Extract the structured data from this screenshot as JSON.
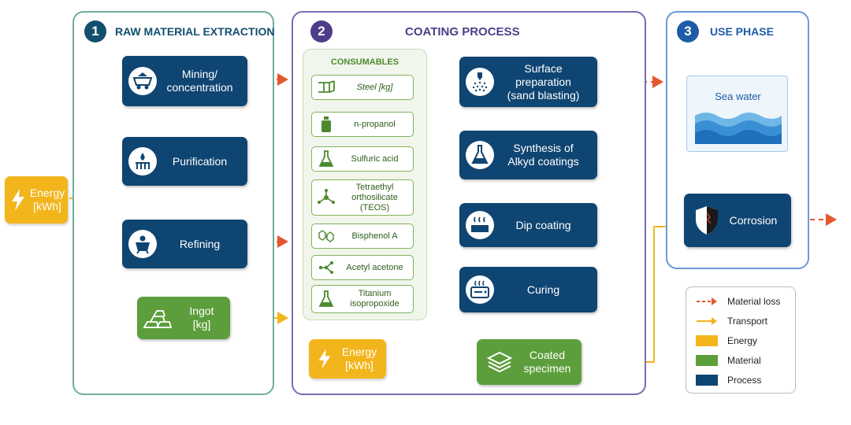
{
  "panels": {
    "p1": {
      "num": "1",
      "title": "RAW MATERIAL EXTRACTION"
    },
    "p2": {
      "num": "2",
      "title": "COATING PROCESS"
    },
    "p3": {
      "num": "3",
      "title": "USE PHASE"
    }
  },
  "energy_left": {
    "line1": "Energy",
    "line2": "[kWh]"
  },
  "energy_bottom": {
    "line1": "Energy",
    "line2": "[kWh]"
  },
  "extraction": [
    {
      "line1": "Mining/",
      "line2": "concentration",
      "icon": "mining-cart-icon"
    },
    {
      "line1": "Purification",
      "line2": "",
      "icon": "purification-icon"
    },
    {
      "line1": "Refining",
      "line2": "",
      "icon": "crucible-icon"
    }
  ],
  "ingot": {
    "line1": "Ingot",
    "line2": "[kg]"
  },
  "consumables": {
    "title": "CONSUMABLES",
    "items": [
      {
        "line1": "Steel [kg]",
        "line2": "",
        "line3": "",
        "icon": "steel-beam-icon"
      },
      {
        "line1": "n-propanol",
        "line2": "",
        "line3": "",
        "icon": "bottle-icon"
      },
      {
        "line1": "Sulfuric acid",
        "line2": "",
        "line3": "",
        "icon": "flask-icon"
      },
      {
        "line1": "Tetraethyl",
        "line2": "orthosilicate",
        "line3": "(TEOS)",
        "icon": "molecule-icon"
      },
      {
        "line1": "Bisphenol A",
        "line2": "",
        "line3": "",
        "icon": "hexagon-ring-icon"
      },
      {
        "line1": "Acetyl acetone",
        "line2": "",
        "line3": "",
        "icon": "molecule-small-icon"
      },
      {
        "line1": "Titanium",
        "line2": "isopropoxide",
        "line3": "",
        "icon": "flask-icon"
      }
    ]
  },
  "coating_steps": [
    {
      "line1": "Surface",
      "line2": "preparation",
      "line3": "(sand blasting)",
      "icon": "sand-blasting-icon"
    },
    {
      "line1": "Synthesis of",
      "line2": "Alkyd coatings",
      "line3": "",
      "icon": "flask-icon"
    },
    {
      "line1": "Dip coating",
      "line2": "",
      "line3": "",
      "icon": "dip-bath-icon"
    },
    {
      "line1": "Curing",
      "line2": "",
      "line3": "",
      "icon": "oven-icon"
    }
  ],
  "coated": {
    "line1": "Coated",
    "line2": "specimen",
    "icon": "layers-icon"
  },
  "use_phase": {
    "sea_water": "Sea water",
    "corrosion": "Corrosion",
    "corrosion_icon": "shield-icon"
  },
  "legend": [
    {
      "label": "Material loss",
      "kind": "dashed-arrow",
      "color": "#e4572e"
    },
    {
      "label": "Transport",
      "kind": "arrow",
      "color": "#f3b51c"
    },
    {
      "label": "Energy",
      "kind": "swatch",
      "color": "#f3b51c"
    },
    {
      "label": "Material",
      "kind": "swatch",
      "color": "#5d9e3c"
    },
    {
      "label": "Process",
      "kind": "swatch",
      "color": "#0f4572"
    }
  ],
  "colors": {
    "process": "#0f4572",
    "material": "#5d9e3c",
    "energy": "#f3b51c",
    "material_loss": "#e4572e",
    "flow_arrow": "#2a66c9"
  }
}
